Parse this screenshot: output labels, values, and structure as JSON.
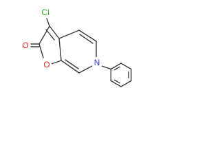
{
  "molecule": {
    "atoms": {
      "chlorine": {
        "symbol": "Cl",
        "color": "#2bb82b"
      },
      "carbonyl_oxygen": {
        "symbol": "O",
        "color": "#e8261c"
      },
      "ring_oxygen": {
        "symbol": "O",
        "color": "#e8261c"
      },
      "ring_nitrogen": {
        "symbol": "N",
        "color": "#2a35e0"
      }
    },
    "bond_color": "#3a3a3a"
  }
}
